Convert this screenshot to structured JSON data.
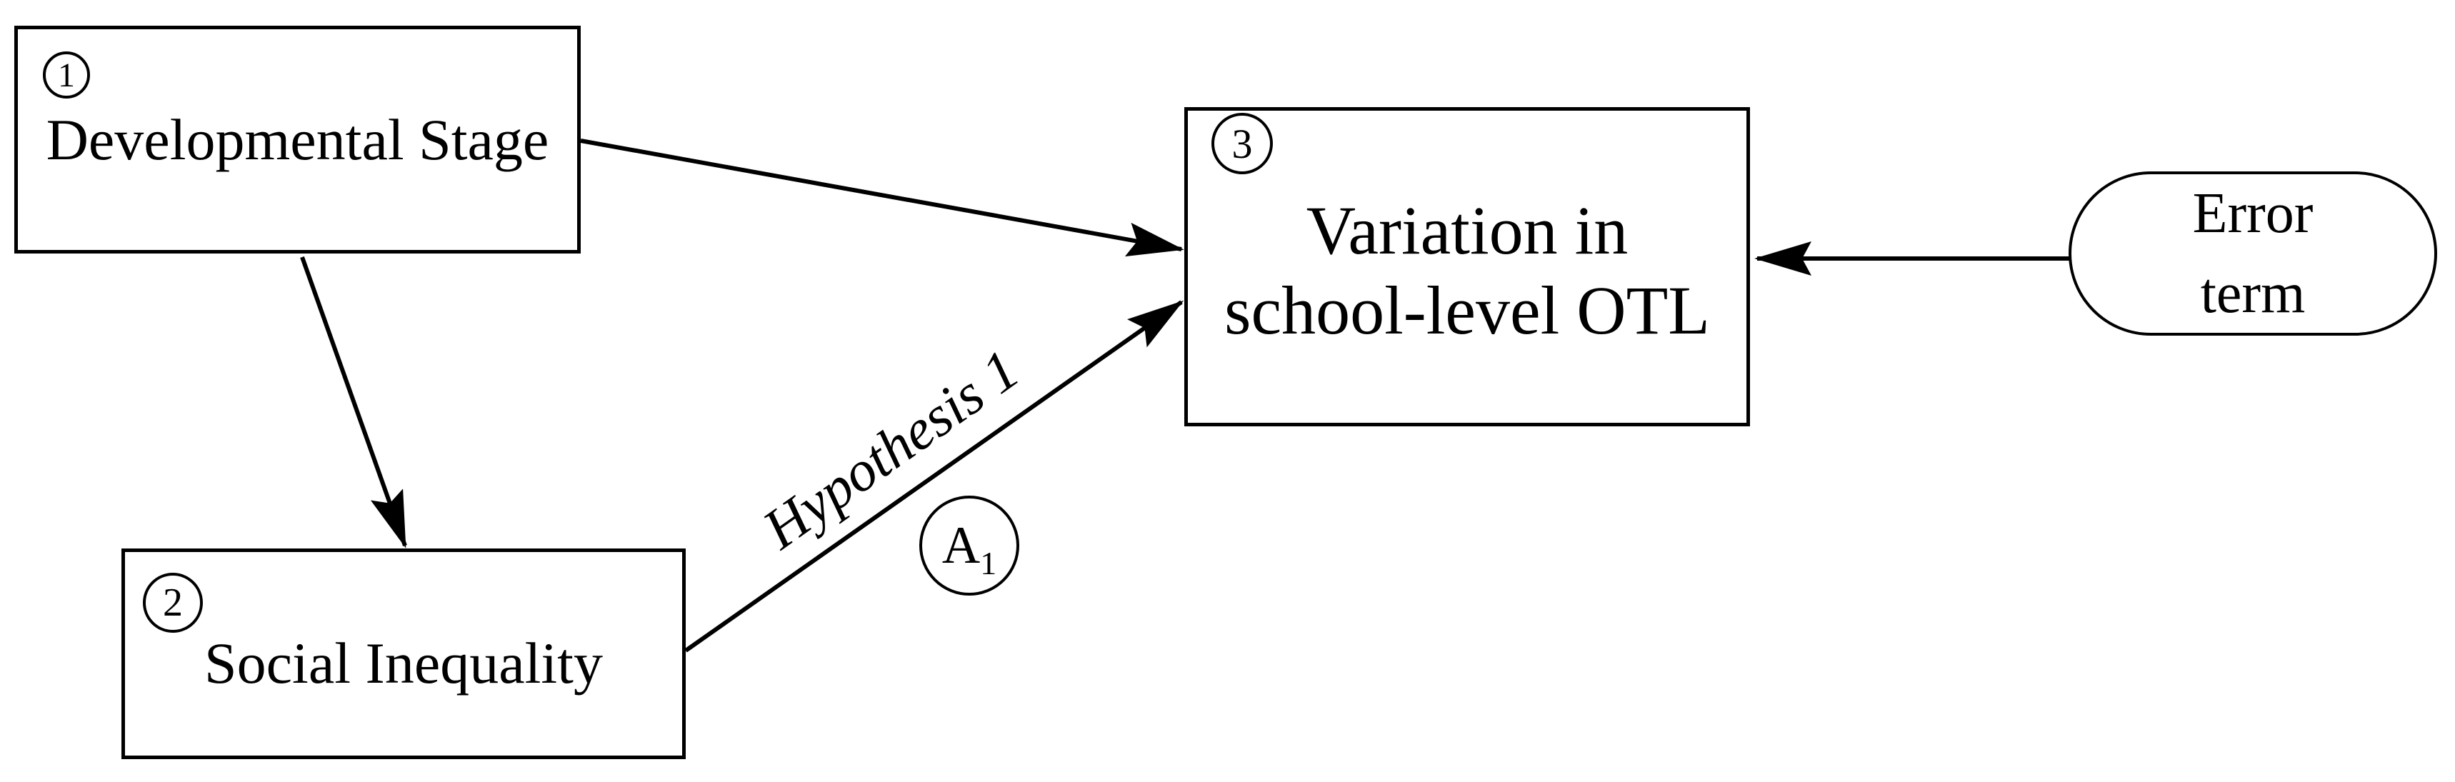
{
  "diagram": {
    "nodes": {
      "developmental_stage": {
        "number": "1",
        "label": "Developmental Stage"
      },
      "social_inequality": {
        "number": "2",
        "label": "Social Inequality"
      },
      "variation_school_otl": {
        "number": "3",
        "label_line1": "Variation in",
        "label_line2": "school-level OTL"
      },
      "error_term": {
        "label_line1": "Error",
        "label_line2": "term"
      }
    },
    "edge_annotations": {
      "hypothesis_label": "Hypothesis 1",
      "coefficient_base": "A",
      "coefficient_subscript": "1"
    },
    "edges": [
      {
        "from": "developmental_stage",
        "to": "variation_school_otl"
      },
      {
        "from": "developmental_stage",
        "to": "social_inequality"
      },
      {
        "from": "social_inequality",
        "to": "variation_school_otl",
        "label": "Hypothesis 1",
        "coefficient": "A1"
      },
      {
        "from": "error_term",
        "to": "variation_school_otl"
      }
    ],
    "colors": {
      "stroke": "#000000",
      "background": "#ffffff"
    }
  }
}
